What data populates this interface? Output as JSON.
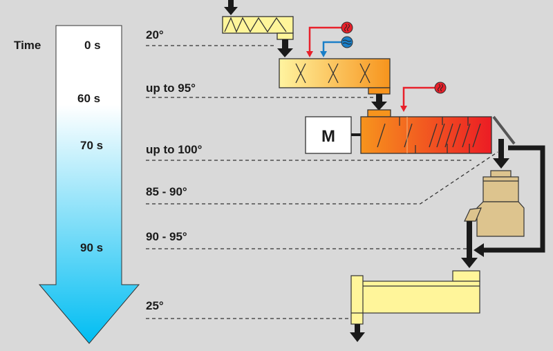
{
  "time_axis": {
    "label": "Time",
    "marks": [
      "0 s",
      "60 s",
      "70 s",
      "90 s"
    ]
  },
  "temperatures": [
    "20°",
    "up to 95°",
    "up to 100°",
    "85 - 90°",
    "90 - 95°",
    "25°"
  ],
  "motor_label": "M",
  "colors": {
    "background": "#d9d9d9",
    "arrow_top": "#ffffff",
    "arrow_bottom": "#00bdf2",
    "heating": "#e8202a",
    "cooling": "#1a7fc8",
    "arrow": "#1a1a1a",
    "yellow": "#fff59a",
    "tan": "#ddc48e"
  }
}
